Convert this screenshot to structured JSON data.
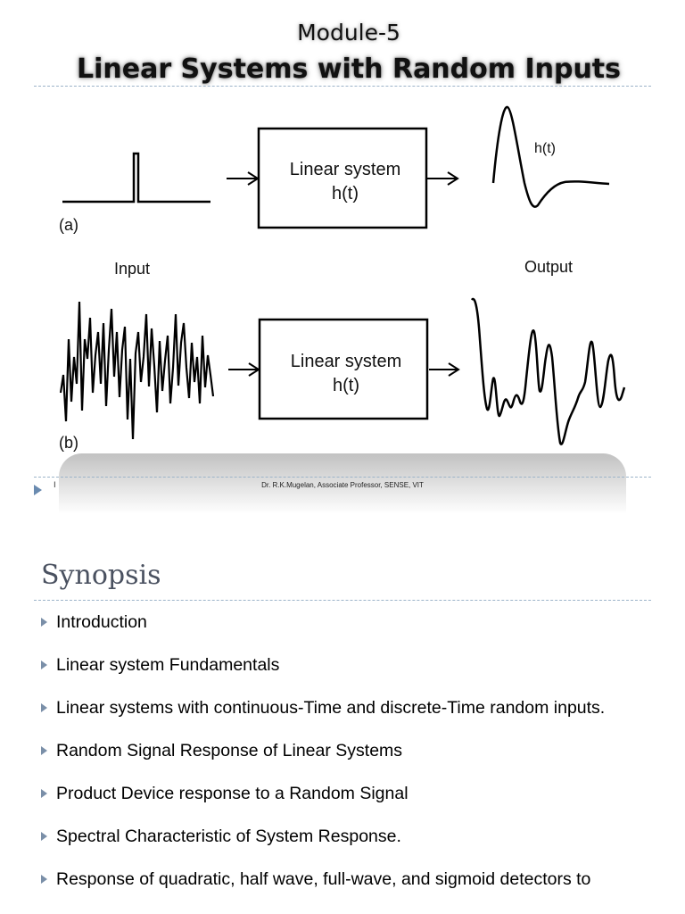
{
  "slide1": {
    "module_label": "Module-5",
    "title": "Linear Systems with Random Inputs",
    "diagram": {
      "panel_a_label": "(a)",
      "panel_b_label": "(b)",
      "system_line1": "Linear system",
      "system_line2": "h(t)",
      "impulse_response_label": "h(t)",
      "input_label": "Input",
      "output_label": "Output"
    },
    "footer": {
      "page_number": "I",
      "author": "Dr. R.K.Mugelan, Associate Professor, SENSE, VIT"
    }
  },
  "slide2": {
    "title": "Synopsis",
    "bullets": [
      "Introduction",
      "Linear system Fundamentals",
      "Linear systems with continuous-Time and discrete-Time random inputs.",
      "Random Signal Response of Linear Systems",
      "Product Device response to a Random Signal",
      "Spectral Characteristic of System Response.",
      "Response of quadratic, half wave, full-wave, and sigmoid detectors to"
    ]
  },
  "colors": {
    "rule": "#9cb3c9",
    "bullet_arrow": "#7a8fa8",
    "synopsis_title": "#4a5160"
  }
}
